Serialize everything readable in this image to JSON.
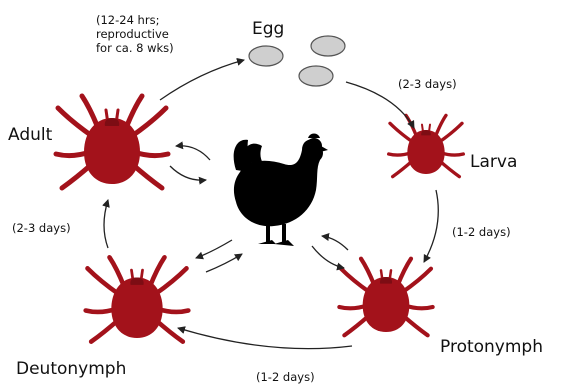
{
  "stages": {
    "egg": "Egg",
    "larva": "Larva",
    "protonymph": "Protonymph",
    "deutonymph": "Deutonymph",
    "adult": "Adult"
  },
  "durations": {
    "adult_to_egg": [
      "(12-24 hrs;",
      "reproductive",
      "for ca. 8 wks)"
    ],
    "egg_to_larva": "(2-3 days)",
    "larva_to_protonymph": "(1-2 days)",
    "protonymph_to_deutonymph": "(1-2 days)",
    "deutonymph_to_adult": "(2-3 days)"
  },
  "colors": {
    "mite": "#a3121b",
    "egg_fill": "#cfcfcf",
    "egg_stroke": "#555555",
    "hen": "#000000"
  },
  "icons": {
    "mite": "mite-icon",
    "egg": "egg-icon",
    "hen": "hen-silhouette-icon"
  }
}
